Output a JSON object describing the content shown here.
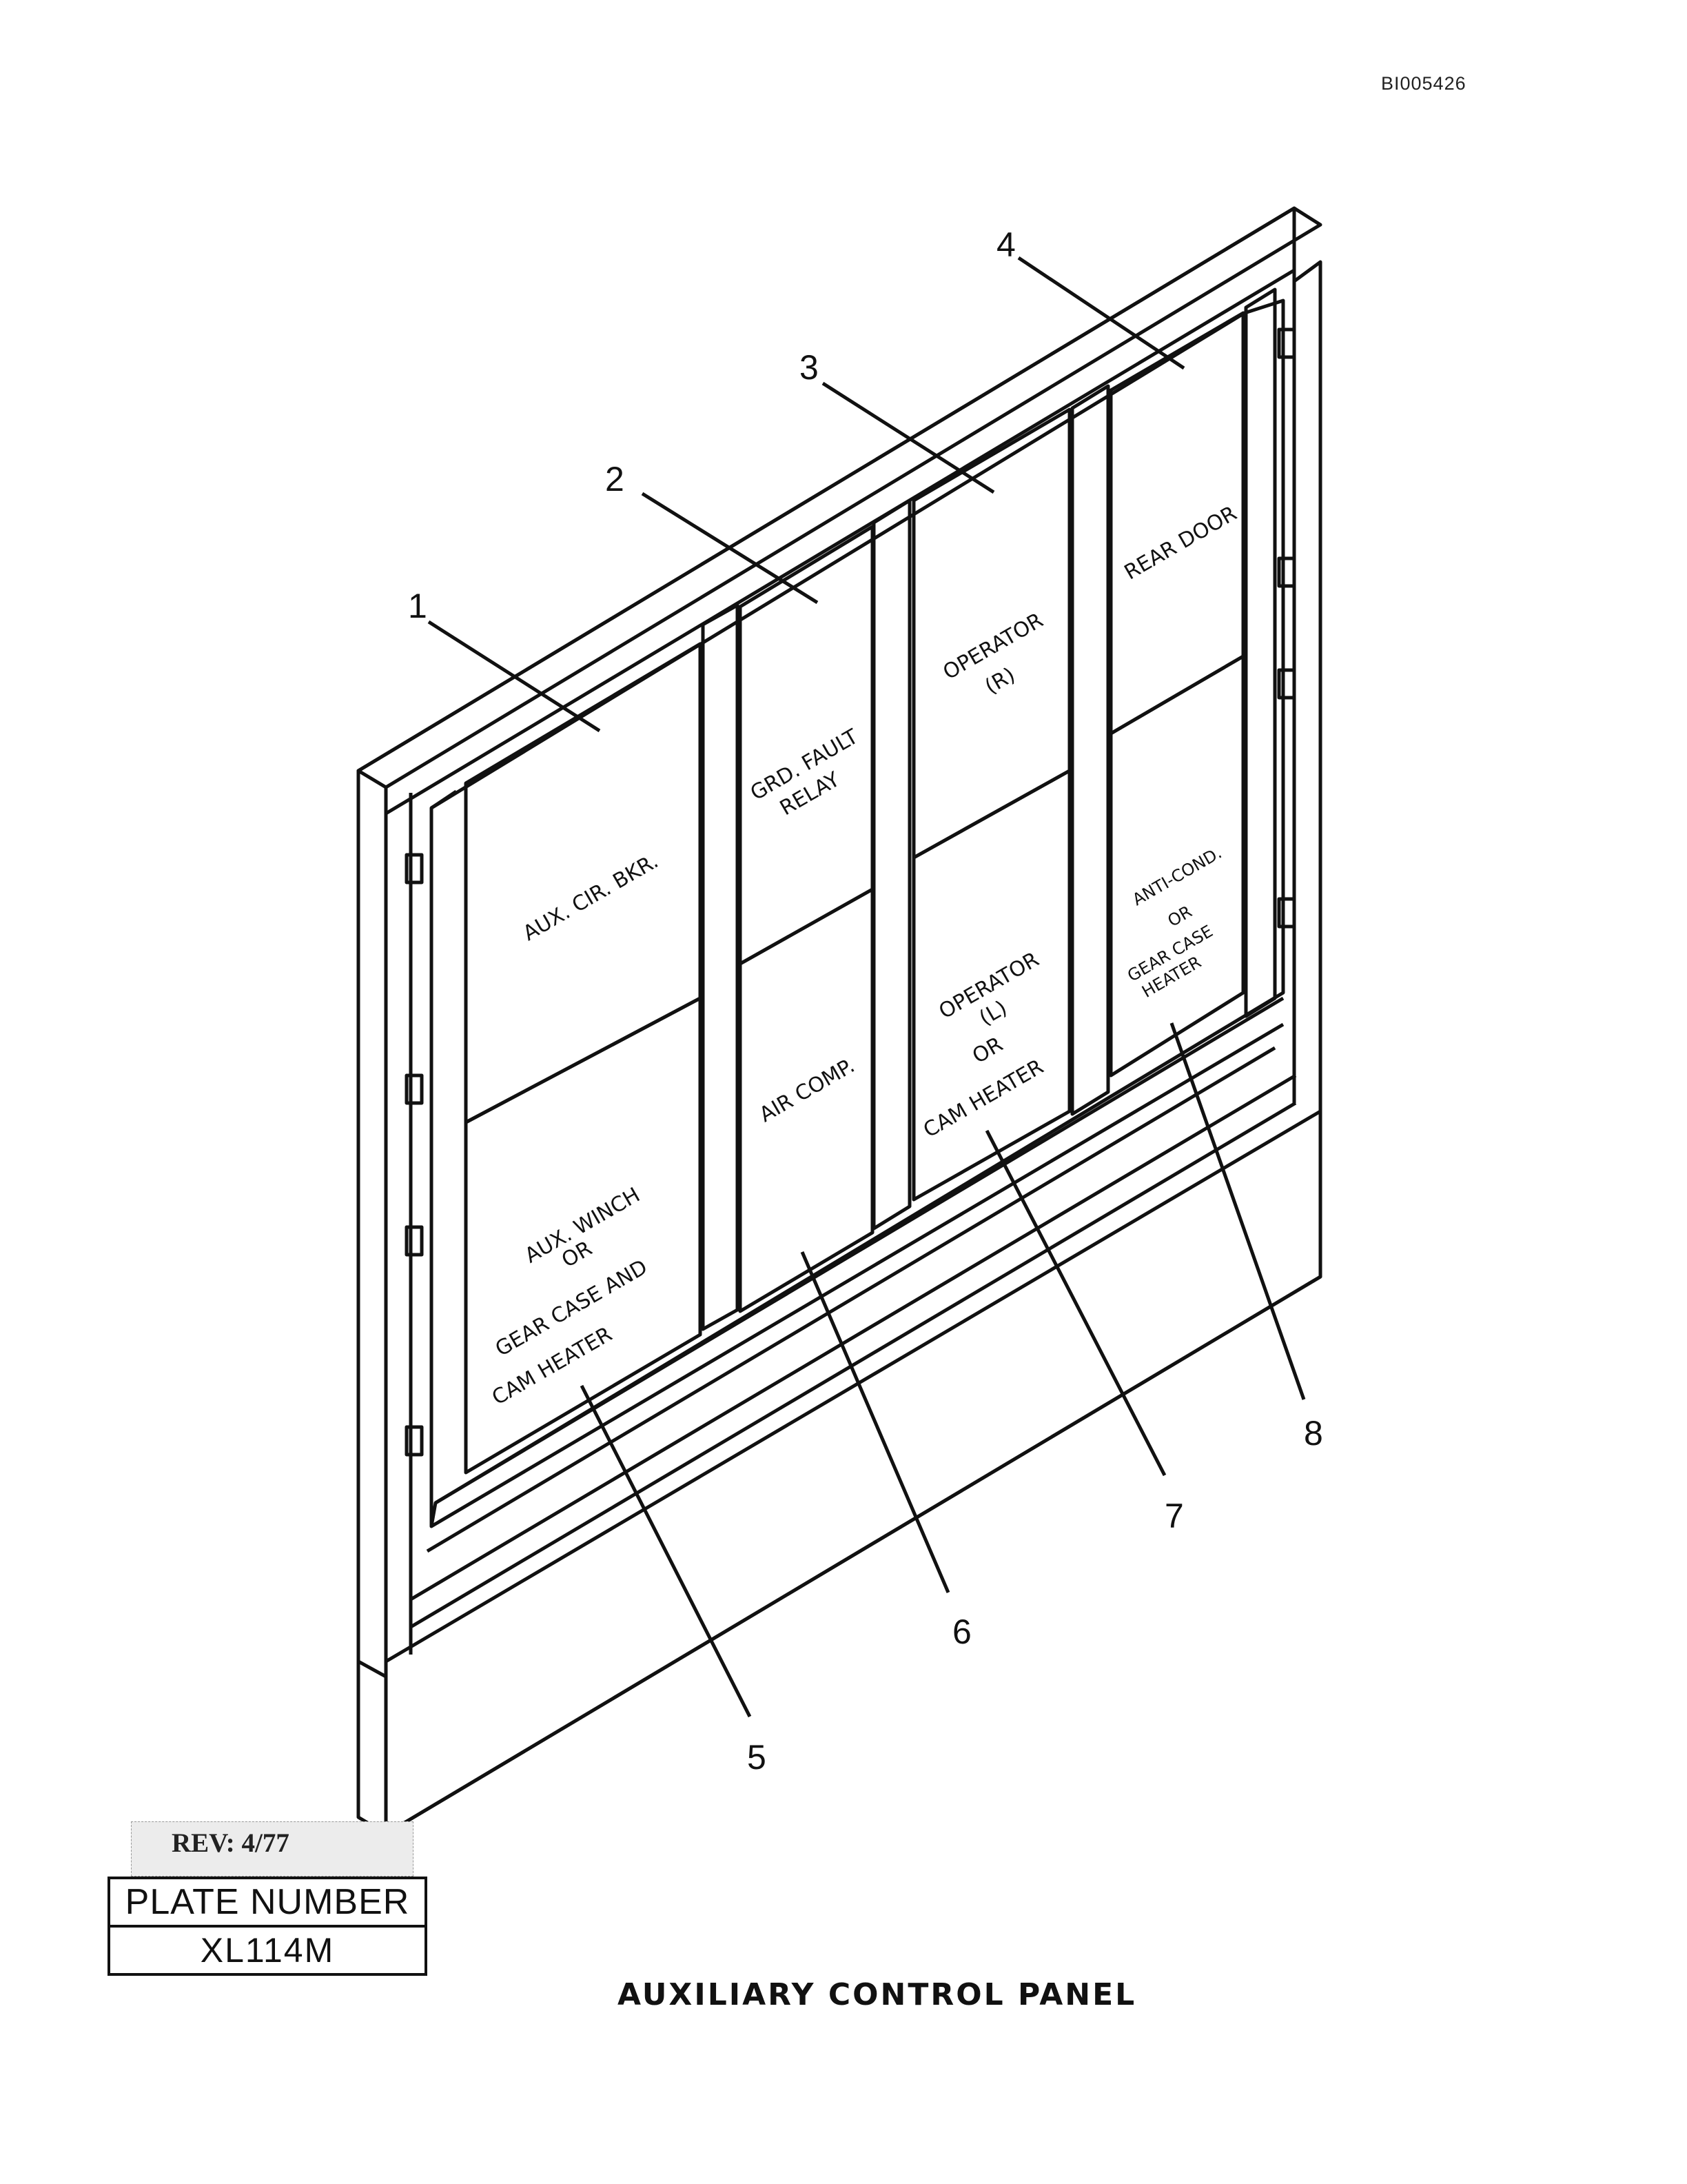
{
  "document": {
    "doc_id": "BI005426",
    "title": "AUXILIARY CONTROL PANEL",
    "revision": "REV: 4/77",
    "plate_label": "PLATE NUMBER",
    "plate_number": "XL114M"
  },
  "callouts": [
    "1",
    "2",
    "3",
    "4",
    "5",
    "6",
    "7",
    "8"
  ],
  "panels": {
    "p1": [
      "AUX. CIR. BKR."
    ],
    "p2": [
      "GRD. FAULT",
      "RELAY"
    ],
    "p3": [
      "OPERATOR",
      "(R)"
    ],
    "p4": [
      "REAR DOOR"
    ],
    "p5": [
      "AUX. WINCH",
      "OR",
      "GEAR CASE AND",
      "CAM HEATER"
    ],
    "p6": [
      "AIR COMP."
    ],
    "p7": [
      "OPERATOR",
      "(L)",
      "OR",
      "CAM HEATER"
    ],
    "p8": [
      "ANTI-COND.",
      "OR",
      "GEAR CASE",
      "HEATER"
    ]
  }
}
